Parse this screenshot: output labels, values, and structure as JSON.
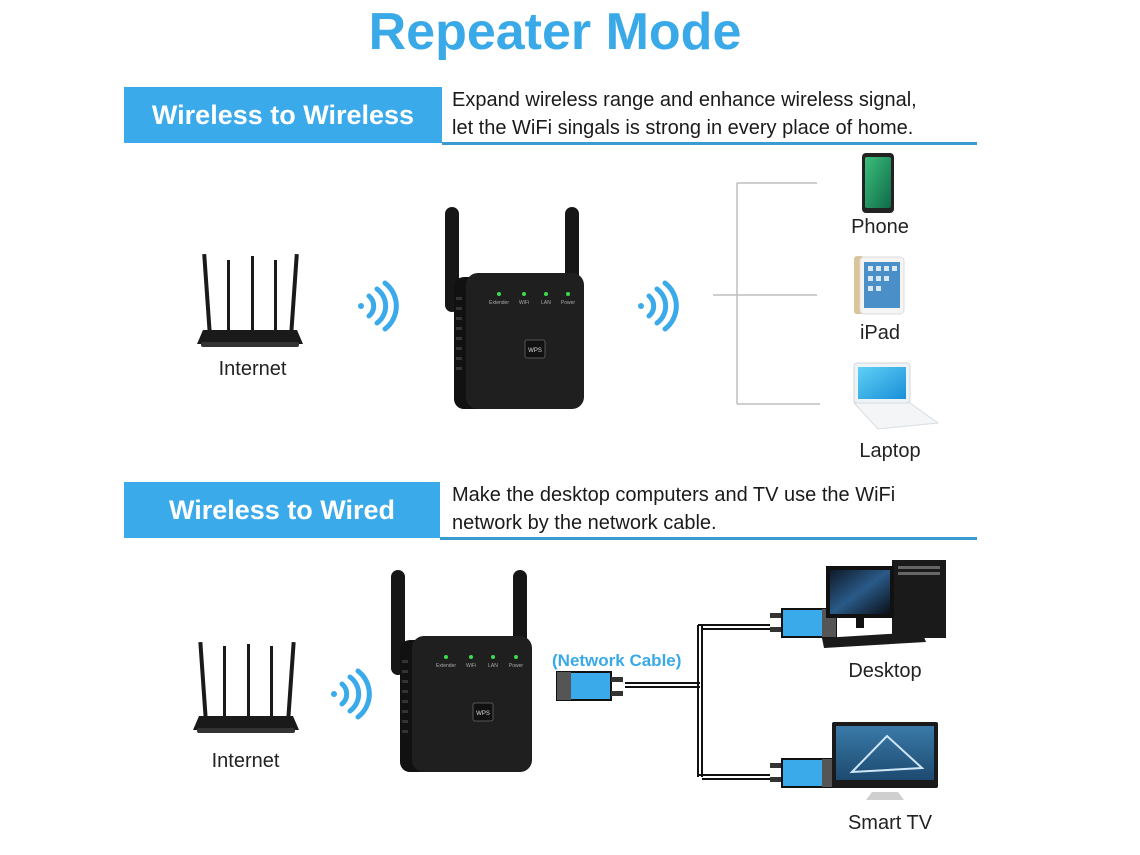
{
  "title": "Repeater Mode",
  "sections": [
    {
      "heading": "Wireless to Wireless",
      "description_lines": [
        "Expand wireless range and enhance wireless signal,",
        "let the WiFi singals is strong in every place of home."
      ],
      "source_label": "Internet",
      "devices": [
        {
          "label": "Phone",
          "icon": "smartphone-icon"
        },
        {
          "label": "iPad",
          "icon": "tablet-icon"
        },
        {
          "label": "Laptop",
          "icon": "laptop-icon"
        }
      ]
    },
    {
      "heading": "Wireless to Wired",
      "description_lines": [
        "Make the desktop computers and TV use the WiFi",
        "network by the network cable."
      ],
      "source_label": "Internet",
      "cable_label": "(Network Cable)",
      "devices": [
        {
          "label": "Desktop",
          "icon": "desktop-computer-icon"
        },
        {
          "label": "Smart TV",
          "icon": "smart-tv-icon"
        }
      ]
    }
  ],
  "repeater": {
    "leds": [
      "Extender",
      "WiFi",
      "LAN",
      "Power"
    ],
    "button_label": "WPS"
  },
  "colors": {
    "accent": "#3aaaea",
    "title": "#3aa9e8",
    "led": "#3ddc4a",
    "device_body": "#1c1c1c",
    "connector": "#3aaaea"
  }
}
